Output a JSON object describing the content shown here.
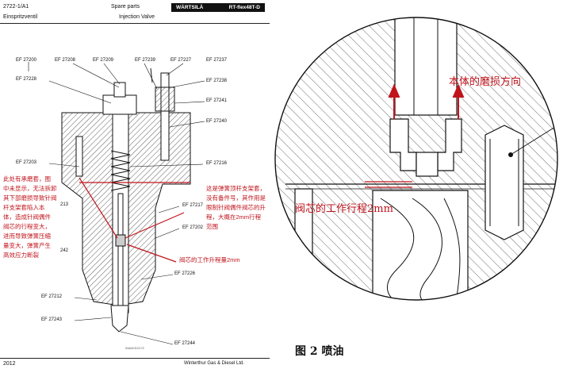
{
  "header": {
    "doc_code": "2722-1/A1",
    "doc_title_de": "Einspritzventil",
    "category": "Spare parts",
    "part_name": "Injection Valve",
    "brand": "WÄRTSILÄ",
    "engine": "RT-flex48T-D"
  },
  "footer": {
    "year": "2012",
    "drawing_ref": "0AAD010172",
    "company": "Winterthur Gas & Diesel Ltd."
  },
  "parts": {
    "p27200": "EF 27200",
    "p27208": "EF 27208",
    "p27209": "EF 27209",
    "p27239": "EF 27239",
    "p27227": "EF 27227",
    "p27237": "EF 27237",
    "p27228": "EF 27228",
    "p27238": "EF 27238",
    "p27241": "EF 27241",
    "p27240": "EF 27240",
    "p27203": "EF 27203",
    "p27216": "EF 27216",
    "p27213": "213",
    "p27217": "EF 27217",
    "p27202": "EF 27202",
    "p27242": "242",
    "p27226": "EF 27226",
    "p27212": "EF 27212",
    "p27243": "EF 27243",
    "p27244": "EF 27244"
  },
  "annotations": {
    "left_note": [
      "此处有承磨套，图",
      "中未显示，无法拆卸",
      "其下部磨损导致针阀",
      "杆支架套陷入本",
      "体，造成针阀偶件",
      "阀芯的行程变大，",
      "进而导致弹簧压缩",
      "量变大，弹簧产生",
      "高效应力断裂"
    ],
    "right_note": [
      "这是弹簧顶杆支架套，",
      "没有备件号，其作用是",
      "限制针阀偶件阀芯的升",
      "程，大概在2mm行程",
      "范围"
    ],
    "lift_note": "阀芯的工作升程量2mm",
    "wear_direction": "本体的磨损方向",
    "stroke_note": "阀芯的工作行程2mm"
  },
  "caption": "图 2  喷油",
  "colors": {
    "annotation": "#c0141c",
    "hatch": "#222222"
  }
}
